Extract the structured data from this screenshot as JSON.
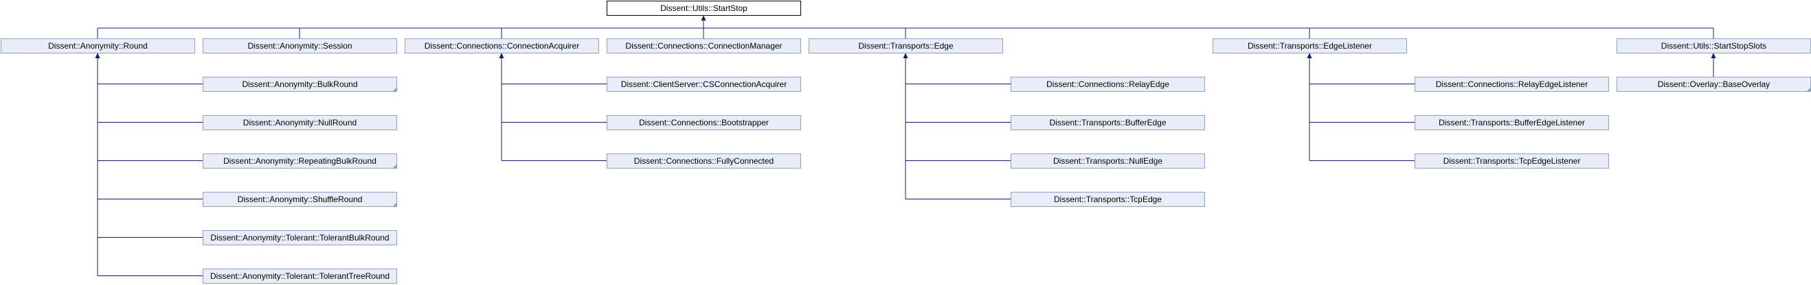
{
  "diagram": {
    "root": {
      "label": "Dissent::Utils::StartStop"
    },
    "nodes": [
      {
        "id": "round",
        "label": "Dissent::Anonymity::Round",
        "parent": "root"
      },
      {
        "id": "session",
        "label": "Dissent::Anonymity::Session",
        "parent": "root"
      },
      {
        "id": "conn_acquirer",
        "label": "Dissent::Connections::ConnectionAcquirer",
        "parent": "root"
      },
      {
        "id": "conn_manager",
        "label": "Dissent::Connections::ConnectionManager",
        "parent": "root"
      },
      {
        "id": "edge",
        "label": "Dissent::Transports::Edge",
        "parent": "root"
      },
      {
        "id": "edge_listener",
        "label": "Dissent::Transports::EdgeListener",
        "parent": "root"
      },
      {
        "id": "startstop_slots",
        "label": "Dissent::Utils::StartStopSlots",
        "parent": "root"
      },
      {
        "id": "bulk_round",
        "label": "Dissent::Anonymity::BulkRound",
        "parent": "round",
        "more": true
      },
      {
        "id": "null_round",
        "label": "Dissent::Anonymity::NullRound",
        "parent": "round"
      },
      {
        "id": "repeating_bulk_round",
        "label": "Dissent::Anonymity::RepeatingBulkRound",
        "parent": "round",
        "more": true
      },
      {
        "id": "shuffle_round",
        "label": "Dissent::Anonymity::ShuffleRound",
        "parent": "round",
        "more": true
      },
      {
        "id": "tolerant_bulk_round",
        "label": "Dissent::Anonymity::Tolerant::TolerantBulkRound",
        "parent": "round"
      },
      {
        "id": "tolerant_tree_round",
        "label": "Dissent::Anonymity::Tolerant::TolerantTreeRound",
        "parent": "round"
      },
      {
        "id": "cs_conn_acquirer",
        "label": "Dissent::ClientServer::CSConnectionAcquirer",
        "parent": "conn_acquirer"
      },
      {
        "id": "bootstrapper",
        "label": "Dissent::Connections::Bootstrapper",
        "parent": "conn_acquirer"
      },
      {
        "id": "fully_connected",
        "label": "Dissent::Connections::FullyConnected",
        "parent": "conn_acquirer"
      },
      {
        "id": "relay_edge",
        "label": "Dissent::Connections::RelayEdge",
        "parent": "edge"
      },
      {
        "id": "buffer_edge",
        "label": "Dissent::Transports::BufferEdge",
        "parent": "edge"
      },
      {
        "id": "null_edge",
        "label": "Dissent::Transports::NullEdge",
        "parent": "edge"
      },
      {
        "id": "tcp_edge",
        "label": "Dissent::Transports::TcpEdge",
        "parent": "edge"
      },
      {
        "id": "relay_edge_listener",
        "label": "Dissent::Connections::RelayEdgeListener",
        "parent": "edge_listener"
      },
      {
        "id": "buffer_edge_listener",
        "label": "Dissent::Transports::BufferEdgeListener",
        "parent": "edge_listener"
      },
      {
        "id": "tcp_edge_listener",
        "label": "Dissent::Transports::TcpEdgeListener",
        "parent": "edge_listener"
      },
      {
        "id": "base_overlay",
        "label": "Dissent::Overlay::BaseOverlay",
        "parent": "startstop_slots",
        "more": true
      }
    ],
    "colors": {
      "root_fill": "#ffffff",
      "node_fill": "#e8edf7",
      "node_border": "#8ea0c6",
      "root_border": "#000000",
      "edge": "#1a1a7a"
    }
  }
}
